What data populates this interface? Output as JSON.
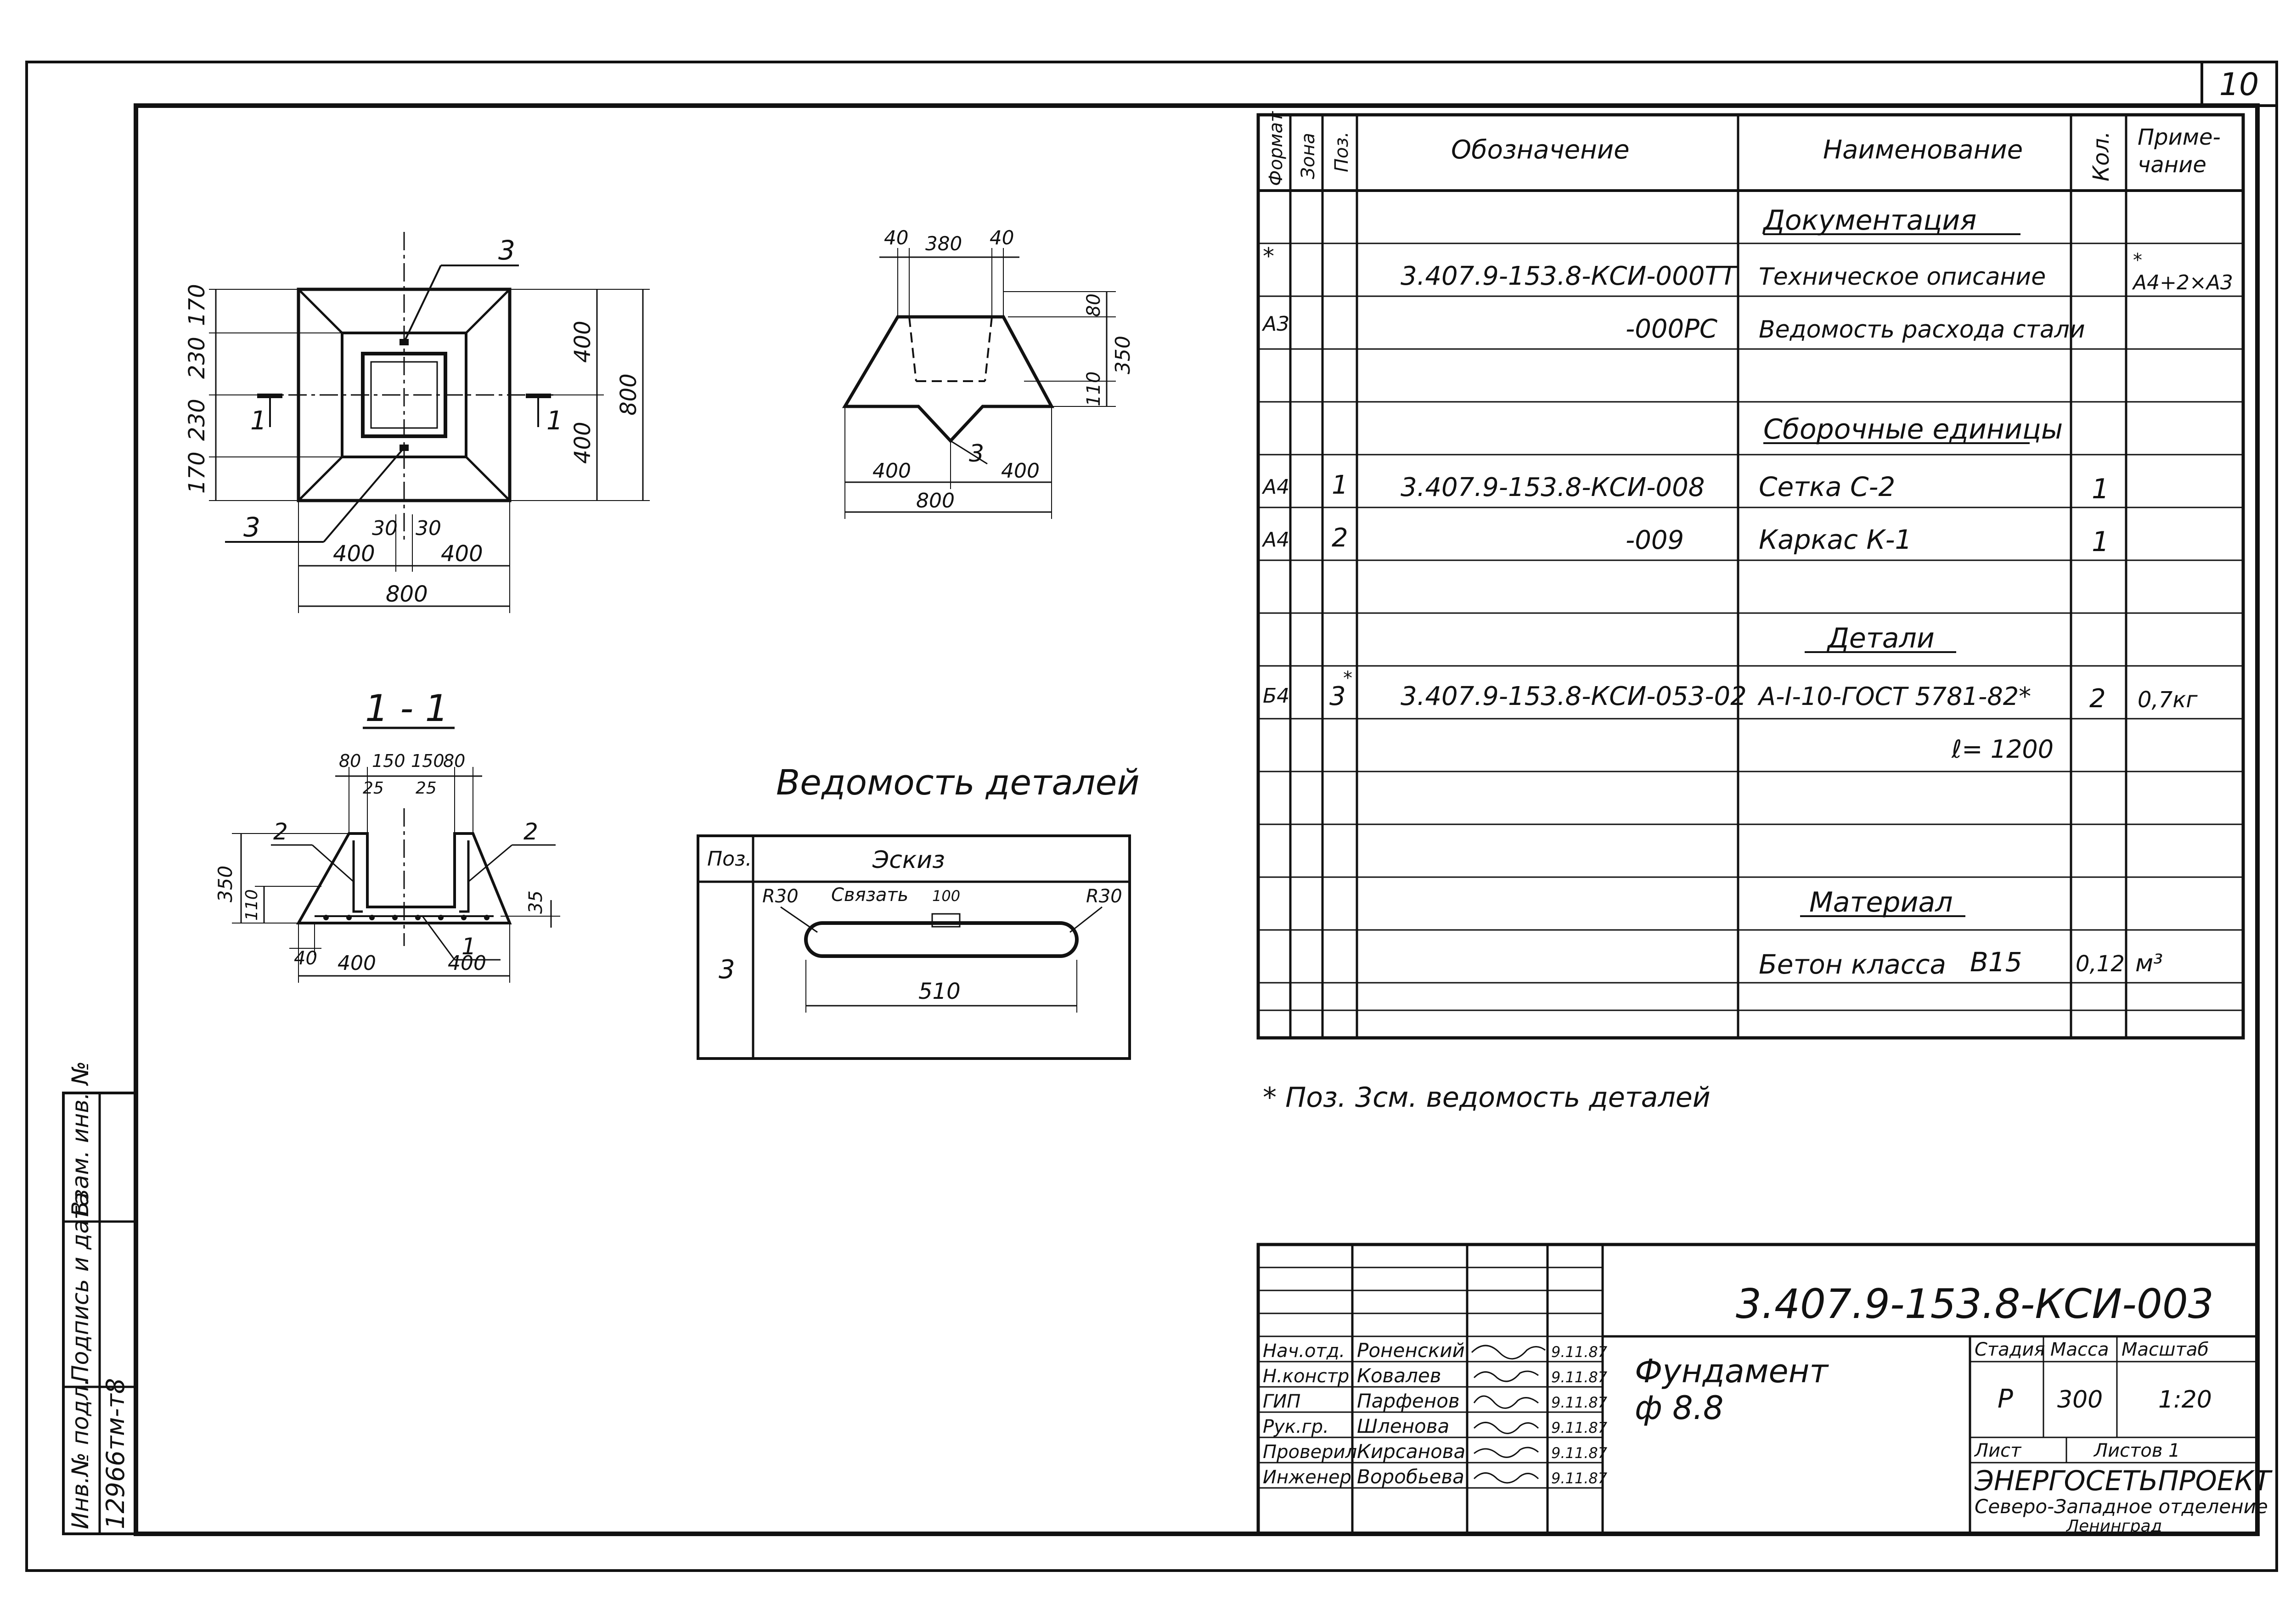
{
  "sheet": {
    "number": "10",
    "code": "3.407.9-153.8-КСИ-003",
    "name_line1": "Фундамент",
    "name_line2": "ф 8.8",
    "stage_header": "Стадия",
    "mass_header": "Масса",
    "scale_header": "Масштаб",
    "stage": "Р",
    "mass": "300",
    "scale": "1:20",
    "sheet_label": "Лист",
    "sheets_label": "Листов 1",
    "org_line1": "ЭНЕРГОСЕТЬПРОЕКТ",
    "org_line2": "Северо-Западное отделение",
    "org_line3": "Ленинград"
  },
  "signatures": [
    {
      "role": "Нач.отд.",
      "name": "Роненский",
      "date": "9.11.87"
    },
    {
      "role": "Н.констр",
      "name": "Ковалев",
      "date": "9.11.87"
    },
    {
      "role": "ГИП",
      "name": "Парфенов",
      "date": "9.11.87"
    },
    {
      "role": "Рук.гр.",
      "name": "Шленова",
      "date": "9.11.87"
    },
    {
      "role": "Проверил",
      "name": "Кирсанова",
      "date": "9.11.87"
    },
    {
      "role": "Инженер",
      "name": "Воробьева",
      "date": "9.11.87"
    }
  ],
  "side_stamp": {
    "inv_label": "Инв.№ подл.",
    "inv_value": "12966тм-т8",
    "sign_label": "Подпись и дата",
    "replace_label": "Взам. инв. №"
  },
  "spec": {
    "headers": [
      "Формат",
      "Зона",
      "Поз.",
      "Обозначение",
      "Наименование",
      "Кол.",
      "Приме-",
      "чание"
    ],
    "section_documentation": "Документация",
    "section_assemblies": "Сборочные единицы",
    "section_details": "Детали",
    "section_material": "Материал",
    "rows": {
      "doc1": {
        "format": "*",
        "designation": "3.407.9-153.8-КСИ-000ТТ",
        "name": "Техническое описание",
        "note_star": "*",
        "note": "А4+2×А3"
      },
      "doc2": {
        "format": "А3",
        "designation": "-000РС",
        "name": "Ведомость расхода стали"
      },
      "asm1": {
        "format": "А4",
        "pos": "1",
        "designation": "3.407.9-153.8-КСИ-008",
        "name": "Сетка  С-2",
        "qty": "1"
      },
      "asm2": {
        "format": "А4",
        "pos": "2",
        "designation": "-009",
        "name": "Каркас К-1",
        "qty": "1"
      },
      "det1": {
        "format": "Б4",
        "pos": "3",
        "pos_star": "*",
        "designation": "3.407.9-153.8-КСИ-053-02",
        "name": "А-I-10-ГОСТ 5781-82*",
        "name2": "ℓ= 1200",
        "qty": "2",
        "note": "0,7кг"
      },
      "mat1": {
        "name": "Бетон класса",
        "grade": "В15",
        "qty": "0,12",
        "unit": "м³"
      }
    },
    "footnote": "*  Поз. 3см. ведомость деталей"
  },
  "details_table": {
    "title": "Ведомость деталей",
    "col_pos": "Поз.",
    "col_sketch": "Эскиз",
    "pos": "3",
    "r_left": "R30",
    "r_right": "R30",
    "bind_label": "Связать",
    "bind_len": "100",
    "length": "510"
  },
  "plan": {
    "dims_left": [
      "170",
      "230",
      "230",
      "170"
    ],
    "dims_right": [
      "400",
      "400"
    ],
    "dim_total_right": "800",
    "dims_bottom": [
      "400",
      "400"
    ],
    "dim_total_bottom": "800",
    "gap": [
      "30",
      "30"
    ],
    "callout_top": "3",
    "callout_bottom": "3",
    "section_mark": "1"
  },
  "elevation": {
    "top_dims": [
      "40",
      "380",
      "40"
    ],
    "right_dims": [
      "80",
      "350",
      "110"
    ],
    "bottom_dims": [
      "400",
      "400"
    ],
    "bottom_total": "800",
    "callout": "3"
  },
  "section": {
    "title": "1 - 1",
    "top_dims": [
      "80",
      "150",
      "150",
      "80"
    ],
    "inner_dims": [
      "25",
      "25"
    ],
    "left_dims": [
      "350",
      "110"
    ],
    "right_dim": "35",
    "bottom_dims": [
      "400",
      "400"
    ],
    "offset": "40",
    "callouts": [
      "2",
      "2",
      "1"
    ]
  }
}
